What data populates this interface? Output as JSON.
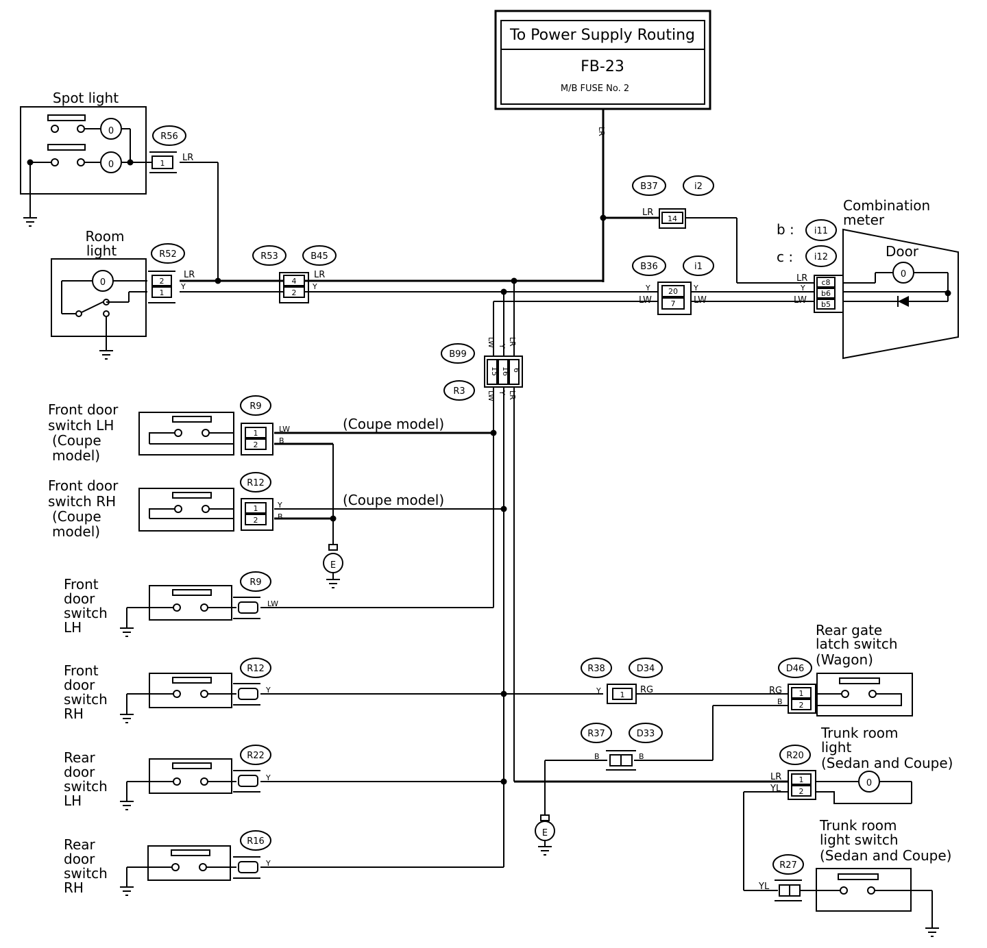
{
  "power_box": {
    "line1": "To Power Supply Routing",
    "line2": "FB-23",
    "line3": "M/B FUSE No. 2"
  },
  "components": {
    "spot_light": "Spot light",
    "room_light": [
      "Room",
      "light"
    ],
    "combination_meter": [
      "Combination",
      "meter"
    ],
    "door": "Door",
    "meter_b": "b :",
    "meter_c": "c :",
    "fds_lh_coupe": [
      "Front door",
      "switch LH",
      "(Coupe",
      "model)"
    ],
    "fds_rh_coupe": [
      "Front door",
      "switch RH",
      "(Coupe",
      "model)"
    ],
    "fds_lh": [
      "Front",
      "door",
      "switch",
      "LH"
    ],
    "fds_rh": [
      "Front",
      "door",
      "switch",
      "RH"
    ],
    "rds_lh": [
      "Rear",
      "door",
      "switch",
      "LH"
    ],
    "rds_rh": [
      "Rear",
      "door",
      "switch",
      "RH"
    ],
    "rear_gate": [
      "Rear gate",
      "latch switch",
      "(Wagon)"
    ],
    "trunk_light": [
      "Trunk room",
      "light",
      "(Sedan and Coupe)"
    ],
    "trunk_switch": [
      "Trunk room",
      "light switch",
      "(Sedan and Coupe)"
    ],
    "coupe_note": "(Coupe model)",
    "ground": "E"
  },
  "connectors": {
    "R56": "R56",
    "R52": "R52",
    "R53": "R53",
    "B45": "B45",
    "B37": "B37",
    "i2": "i2",
    "B36": "B36",
    "i1": "i1",
    "i11": "i11",
    "i12": "i12",
    "B99": "B99",
    "R3": "R3",
    "R9a": "R9",
    "R12a": "R12",
    "R9b": "R9",
    "R12b": "R12",
    "R22": "R22",
    "R16": "R16",
    "R38": "R38",
    "D34": "D34",
    "D46": "D46",
    "R37": "R37",
    "D33": "D33",
    "R20": "R20",
    "R27": "R27"
  },
  "pins": {
    "r56": "1",
    "r52_a": "2",
    "r52_b": "1",
    "r53_a": "4",
    "r53_b": "2",
    "b37": "14",
    "b36_a": "20",
    "b36_b": "7",
    "meter_a": "c8",
    "meter_b": "b6",
    "meter_c": "b5",
    "b99_a": "15",
    "b99_b": "16",
    "b99_c": "6",
    "one": "1",
    "two": "2"
  },
  "wires": {
    "LR": "LR",
    "Y": "Y",
    "LW": "LW",
    "B": "B",
    "RG": "RG",
    "YL": "YL"
  }
}
